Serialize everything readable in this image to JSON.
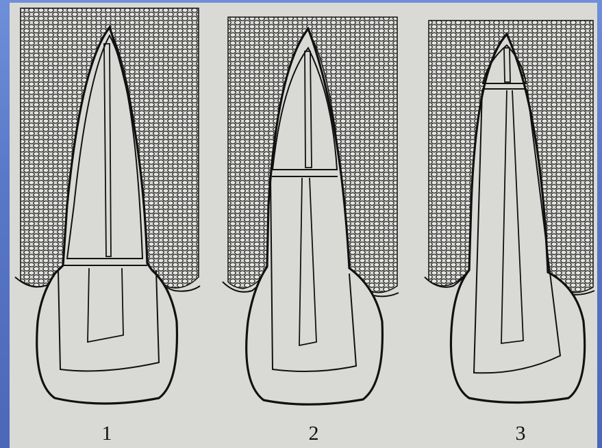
{
  "figure": {
    "labels": [
      "1",
      "2",
      "3"
    ]
  }
}
